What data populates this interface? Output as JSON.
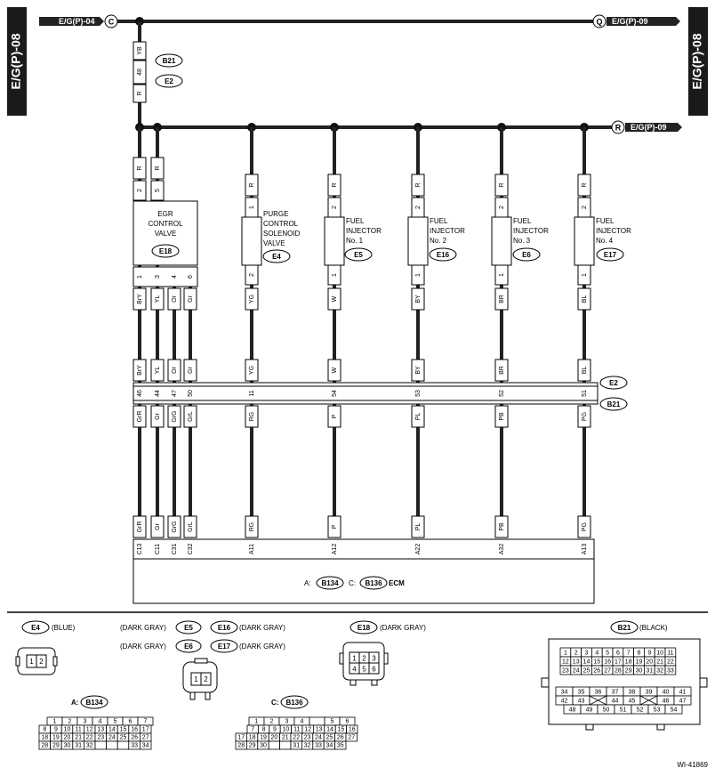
{
  "side_tab_left": "E/G(P)-08",
  "side_tab_right": "E/G(P)-08",
  "top_left_ref": "E/G(P)-04",
  "top_left_ref_letter": "C",
  "top_right_ref": "E/G(P)-09",
  "top_right_ref_letter": "Q",
  "r_ref": "E/G(P)-09",
  "r_ref_letter": "R",
  "b21_e2": {
    "wire_top": "YB",
    "pin": "48",
    "wire_bottom": "R",
    "conn_a": "B21",
    "conn_b": "E2"
  },
  "components": {
    "egr": {
      "l1": "EGR",
      "l2": "CONTROL",
      "l3": "VALVE",
      "conn": "E18",
      "top_wires": [
        "R",
        "R"
      ],
      "top_pins": [
        "2",
        "5"
      ],
      "bottom_pins": [
        "1",
        "3",
        "4",
        "6"
      ],
      "bottom_wires": [
        "BrY",
        "YL",
        "Or",
        "Gr"
      ]
    },
    "purge": {
      "l1": "PURGE",
      "l2": "CONTROL",
      "l3": "SOLENOID",
      "l4": "VALVE",
      "conn": "E4",
      "top_wire": "R",
      "top_pin": "1",
      "bottom_pin": "2",
      "bottom_wire": "YG"
    },
    "inj1": {
      "l1": "FUEL",
      "l2": "INJECTOR",
      "l3": "No. 1",
      "conn": "E5",
      "top_wire": "R",
      "top_pin": "2",
      "bottom_pin": "1",
      "bottom_wire": "W"
    },
    "inj2": {
      "l1": "FUEL",
      "l2": "INJECTOR",
      "l3": "No. 2",
      "conn": "E16",
      "top_wire": "R",
      "top_pin": "2",
      "bottom_pin": "1",
      "bottom_wire": "BY"
    },
    "inj3": {
      "l1": "FUEL",
      "l2": "INJECTOR",
      "l3": "No. 3",
      "conn": "E6",
      "top_wire": "R",
      "top_pin": "2",
      "bottom_pin": "1",
      "bottom_wire": "BR"
    },
    "inj4": {
      "l1": "FUEL",
      "l2": "INJECTOR",
      "l3": "No. 4",
      "conn": "E17",
      "top_wire": "R",
      "top_pin": "2",
      "bottom_pin": "1",
      "bottom_wire": "BL"
    }
  },
  "harness": {
    "conn_top": "E2",
    "conn_bottom": "B21",
    "upper_wires": [
      "BrY",
      "YL",
      "Or",
      "Gr",
      "YG",
      "W",
      "BY",
      "BR",
      "BL"
    ],
    "pins": [
      "46",
      "44",
      "47",
      "50",
      "11",
      "54",
      "53",
      "52",
      "51"
    ],
    "lower_wires": [
      "GrR",
      "Gr",
      "GrG",
      "GrL",
      "RG",
      "P",
      "PL",
      "PB",
      "PG"
    ]
  },
  "ecm": {
    "wires": [
      "GrR",
      "Gr",
      "GrG",
      "GrL",
      "RG",
      "P",
      "PL",
      "PB",
      "PG"
    ],
    "pins": [
      "C13",
      "C11",
      "C31",
      "C32",
      "A11",
      "A12",
      "A22",
      "A32",
      "A13"
    ],
    "label_a": "A:",
    "conn_a": "B134",
    "label_c": "C:",
    "conn_c": "B136",
    "name": "ECM"
  },
  "legend": {
    "e4": {
      "conn": "E4",
      "color": "(BLUE)",
      "pins": [
        "1",
        "2"
      ]
    },
    "e5group": {
      "c1": "E5",
      "c2": "E16",
      "c3": "E6",
      "c4": "E17",
      "color": "(DARK GRAY)",
      "pins": [
        "1",
        "2"
      ]
    },
    "e18": {
      "conn": "E18",
      "color": "(DARK GRAY)",
      "pins": [
        "1",
        "2",
        "3",
        "4",
        "5",
        "6"
      ]
    },
    "b21": {
      "conn": "B21",
      "color": "(BLACK)",
      "row1": [
        "1",
        "2",
        "3",
        "4",
        "5",
        "6",
        "7",
        "8",
        "9",
        "10",
        "11"
      ],
      "row2": [
        "12",
        "13",
        "14",
        "15",
        "16",
        "17",
        "18",
        "19",
        "20",
        "21",
        "22"
      ],
      "row3": [
        "23",
        "24",
        "25",
        "26",
        "27",
        "28",
        "29",
        "30",
        "31",
        "32",
        "33"
      ],
      "row4": [
        "34",
        "35",
        "36",
        "37",
        "38",
        "39",
        "40",
        "41"
      ],
      "row5": [
        "42",
        "43",
        "",
        "44",
        "45",
        "",
        "46",
        "47"
      ],
      "row6": [
        "48",
        "49",
        "50",
        "51",
        "52",
        "53",
        "54"
      ]
    },
    "b134": {
      "label": "A:",
      "conn": "B134",
      "row1": [
        "1",
        "2",
        "3",
        "4",
        "5",
        "6",
        "7"
      ],
      "row2": [
        "8",
        "9",
        "10",
        "11",
        "12",
        "13",
        "14",
        "15",
        "16",
        "17"
      ],
      "row3": [
        "18",
        "19",
        "20",
        "21",
        "22",
        "23",
        "24",
        "25",
        "26",
        "27"
      ],
      "row4": [
        "28",
        "29",
        "30",
        "31",
        "32",
        "",
        "",
        "",
        "33",
        "34"
      ]
    },
    "b136": {
      "label": "C:",
      "conn": "B136",
      "row1": [
        "1",
        "2",
        "3",
        "4",
        "",
        "5",
        "6"
      ],
      "row2": [
        "7",
        "8",
        "9",
        "10",
        "11",
        "12",
        "13",
        "14",
        "15",
        "16"
      ],
      "row3": [
        "17",
        "18",
        "19",
        "20",
        "21",
        "22",
        "23",
        "24",
        "25",
        "26",
        "27"
      ],
      "row4": [
        "28",
        "29",
        "30",
        "",
        "",
        "31",
        "32",
        "33",
        "34",
        "35"
      ]
    }
  },
  "figure_id": "WI-41869"
}
